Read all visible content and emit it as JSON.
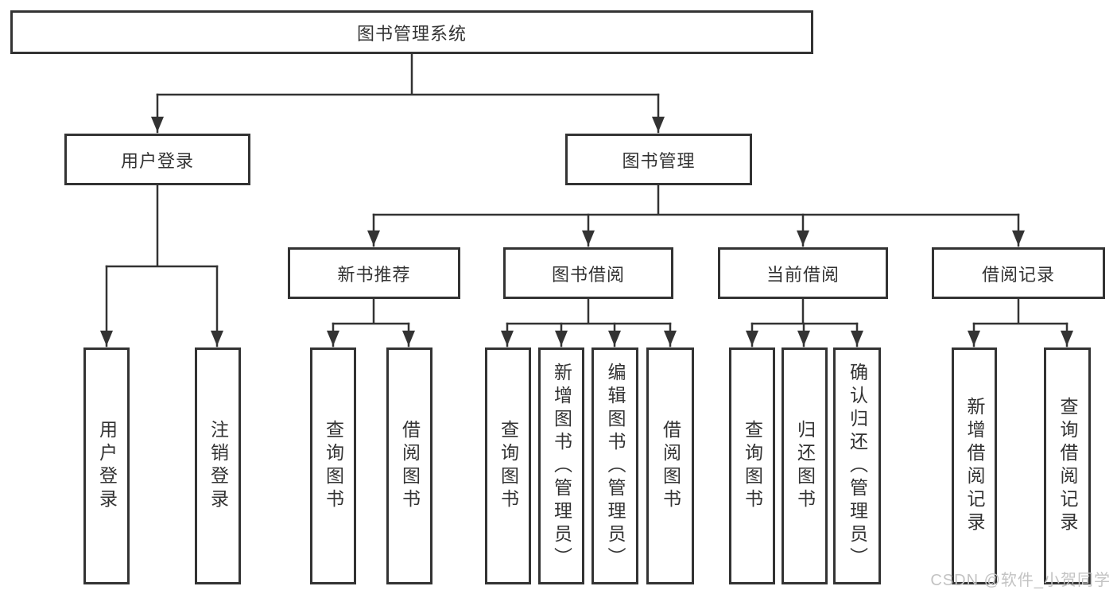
{
  "tree": {
    "root": "图书管理系统",
    "level2": [
      "用户登录",
      "图书管理"
    ],
    "level3": [
      "新书推荐",
      "图书借阅",
      "当前借阅",
      "借阅记录"
    ],
    "leaves_login": [
      "用户登录",
      "注销登录"
    ],
    "leaves_newbook": [
      "查询图书",
      "借阅图书"
    ],
    "leaves_bookborrow": [
      "查询图书",
      "新增图书（管理员）",
      "编辑图书（管理员）",
      "借阅图书"
    ],
    "leaves_current": [
      "查询图书",
      "归还图书",
      "确认归还（管理员）"
    ],
    "leaves_records": [
      "新增借阅记录",
      "查询借阅记录"
    ]
  },
  "watermark": "CSDN @软件_小贺同学",
  "colors": {
    "line": "#333333",
    "text": "#333333",
    "watermark": "#c3c3c3",
    "background": "#ffffff"
  }
}
